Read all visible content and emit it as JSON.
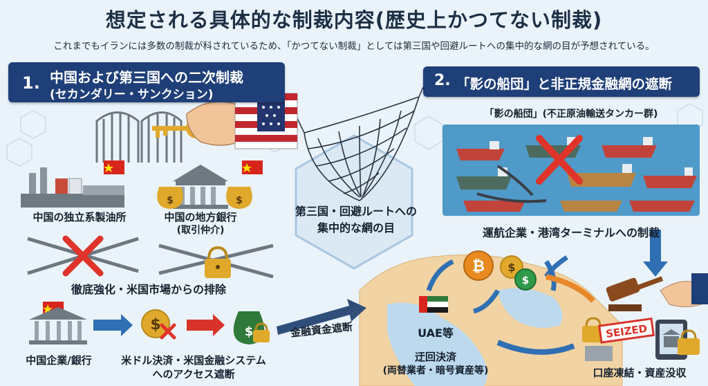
{
  "title": "想定される具体的な制裁内容(歴史上かつてない制裁)",
  "subtitle": "これまでもイランには多数の制裁が科されているため、「かつてない制裁」としては第三国や回避ルートへの集中的な網の目が予想されている。",
  "section1": {
    "number": "1.",
    "title_line1": "中国および第三国への二次制裁",
    "title_line2": "(セカンダリー・サンクション)",
    "refinery_label": "中国の独立系製油所",
    "bank_label": "中国の地方銀行",
    "bank_sublabel": "(取引仲介)",
    "exclusion_label": "徹底強化・米国市場からの排除",
    "corp_label": "中国企業/銀行",
    "dollar_label_line1": "米ドル決済・米国金融システム",
    "dollar_label_line2": "へのアクセス遮断"
  },
  "center": {
    "net_label_line1": "第三国・回避ルートへの",
    "net_label_line2": "集中的な網の目",
    "funding_label": "金融資金遮断"
  },
  "section2": {
    "number": "2.",
    "title": "「影の船団」と非正規金融網の遮断",
    "fleet_label": "「影の船団」(不正原油輸送タンカー群)",
    "operators_label": "運航企業・港湾ターミナルへの制裁",
    "uae_label": "UAE等",
    "bypass_label_line1": "迂回決済",
    "bypass_label_line2": "(両替業者・暗号資産等)",
    "seized_stamp": "SEIZED",
    "freeze_label": "口座凍結・資産没収"
  },
  "colors": {
    "banner": "#1f3f78",
    "background": "#eaf3fa",
    "cross": "#e0342a",
    "arrow_blue": "#2f6fb3",
    "arrow_red": "#d8332a",
    "money_green": "#2f7a3a",
    "gold": "#e0a92c"
  },
  "icons": [
    "gate-icon",
    "key-icon",
    "us-flag-sleeve-icon",
    "china-flag-icon",
    "refinery-icon",
    "bank-icon",
    "money-bag-icon",
    "chain-icon",
    "padlock-icon",
    "red-cross-icon",
    "dollar-coin-icon",
    "net-icon",
    "tanker-icon",
    "bitcoin-icon",
    "uae-flag-icon",
    "gavel-icon",
    "seized-stamp-icon",
    "globe-map-icon"
  ]
}
